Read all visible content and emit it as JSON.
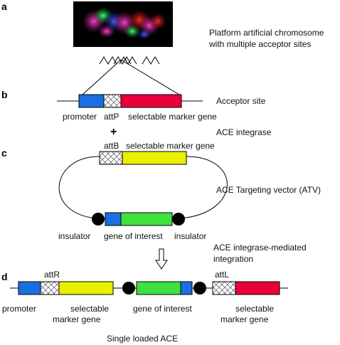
{
  "panels": [
    "a",
    "b",
    "c",
    "d"
  ],
  "panel_a": {
    "caption_line1": "Platform artificial chromosome",
    "caption_line2": "with multiple acceptor sites"
  },
  "panel_b": {
    "title": "Acceptor site",
    "label_promoter": "promoter",
    "label_attp": "attP",
    "label_marker": "selectable marker gene",
    "plus": "+",
    "integrase": "ACE integrase"
  },
  "panel_c": {
    "label_attb": "attB",
    "label_marker": "selectable marker gene",
    "title": "ACE Targeting vector (ATV)",
    "label_insulator_left": "insulator",
    "label_goi": "gene of interest",
    "label_insulator_right": "insulator"
  },
  "panel_d": {
    "step_line1": "ACE integrase-mediated",
    "step_line2": "integration",
    "label_attr": "attR",
    "label_attl": "attL",
    "label_promoter": "promoter",
    "label_marker_left_1": "selectable",
    "label_marker_left_2": "marker gene",
    "label_goi": "gene of interest",
    "label_marker_right_1": "selectable",
    "label_marker_right_2": "marker gene",
    "caption": "Single loaded ACE"
  },
  "colors": {
    "promoter": "#1a6fe0",
    "marker_red": "#e8003a",
    "marker_yellow": "#e8f000",
    "gene_of_interest": "#3fe040",
    "insulator": "#000000",
    "att_hatch": "#ffffff",
    "chromosome_bg": "#000000"
  }
}
